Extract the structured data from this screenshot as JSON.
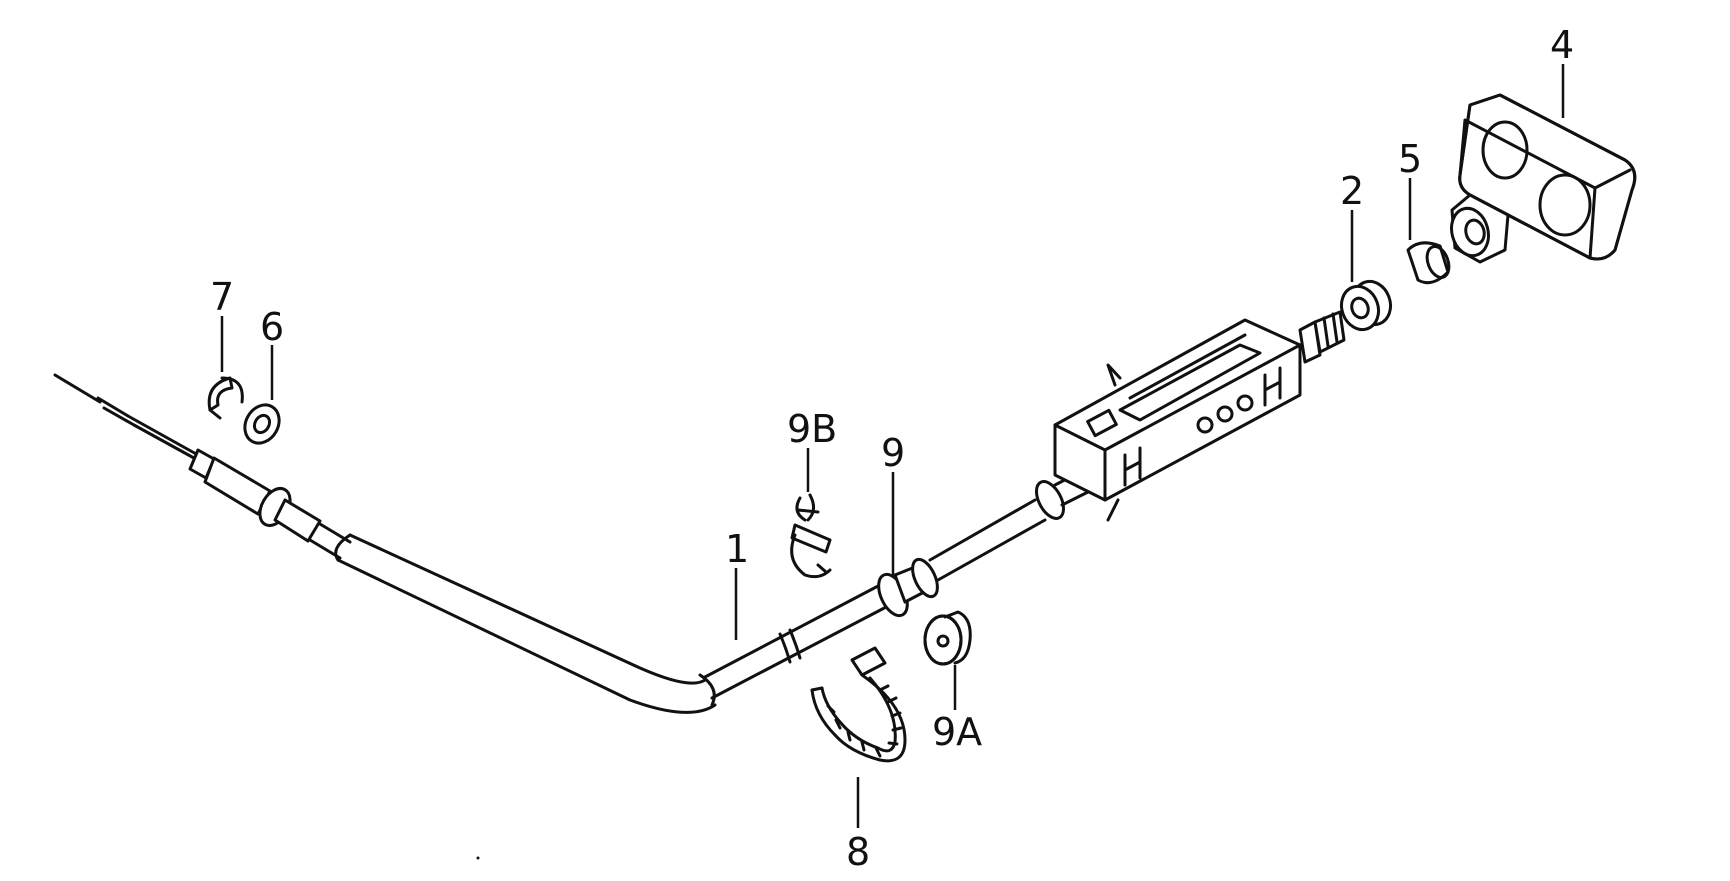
{
  "diagram": {
    "callouts": [
      {
        "id": "c1",
        "label": "1"
      },
      {
        "id": "c2",
        "label": "2"
      },
      {
        "id": "c4",
        "label": "4"
      },
      {
        "id": "c5",
        "label": "5"
      },
      {
        "id": "c6",
        "label": "6"
      },
      {
        "id": "c7",
        "label": "7"
      },
      {
        "id": "c8",
        "label": "8"
      },
      {
        "id": "c9",
        "label": "9"
      },
      {
        "id": "c9a",
        "label": "9A"
      },
      {
        "id": "c9b",
        "label": "9B"
      }
    ],
    "colors": {
      "ink": "#111111",
      "stipple": "#333333",
      "background": "#ffffff"
    }
  }
}
